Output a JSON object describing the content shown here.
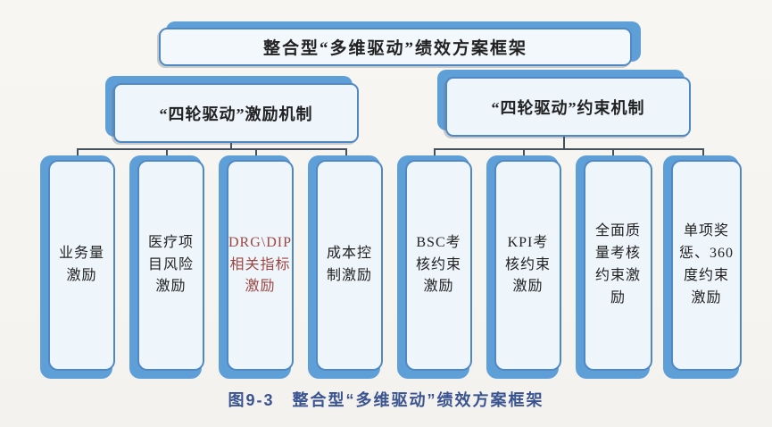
{
  "diagram": {
    "root": {
      "label": "整合型“多维驱动”绩效方案框架"
    },
    "branches": [
      {
        "label": "“四轮驱动”激励机制",
        "children": [
          {
            "label": "业务量激励",
            "highlight": false
          },
          {
            "label": "医疗项目风险激励",
            "highlight": false
          },
          {
            "label": "DRG\\DIP相关指标激励",
            "highlight": true
          },
          {
            "label": "成本控制激励",
            "highlight": false
          }
        ]
      },
      {
        "label": "“四轮驱动”约束机制",
        "children": [
          {
            "label": "BSC考核约束激励",
            "highlight": false
          },
          {
            "label": "KPI考核约束激励",
            "highlight": false
          },
          {
            "label": "全面质量考核约束激励",
            "highlight": false
          },
          {
            "label": "单项奖惩、360度约束激励",
            "highlight": false
          }
        ]
      }
    ],
    "caption": "图9-3　整合型“多维驱动”绩效方案框架",
    "colors": {
      "box_back_blue": "#5f9fd8",
      "box_border_blue": "#4f88c4",
      "box_fill": "#eef5fb",
      "highlight_red": "#9e4742",
      "caption_blue": "#3a5391",
      "connector_gray": "#45525e"
    }
  }
}
